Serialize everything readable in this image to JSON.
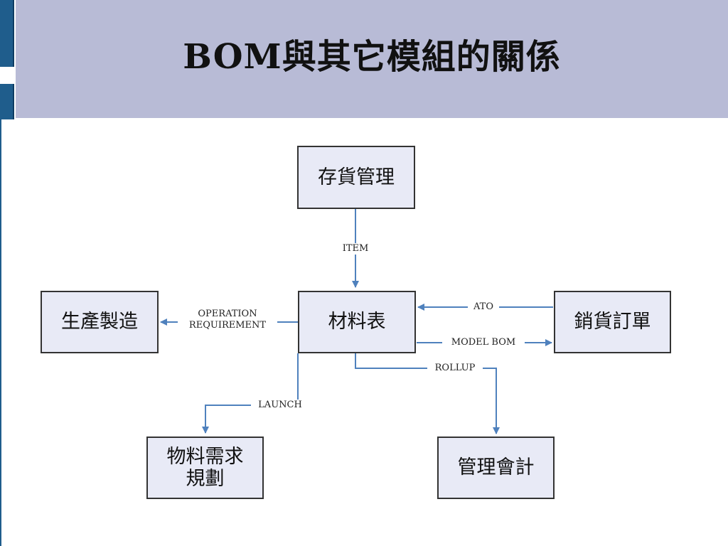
{
  "title": "BOM與其它模組的關係",
  "colors": {
    "header_band": "#b8bbd6",
    "accent_blue": "#1f5d8c",
    "node_fill": "#e8eaf6",
    "node_border": "#333333",
    "arrow": "#4f81bd"
  },
  "nodes": {
    "inventory": "存貨管理",
    "bom": "材料表",
    "manufacturing": "生產製造",
    "sales_order": "銷貨訂單",
    "mrp_line1": "物料需求",
    "mrp_line2": "規劃",
    "cost_accounting": "管理會計"
  },
  "edges": {
    "item": "ITEM",
    "operation_line1": "OPERATION",
    "operation_line2": "REQUIREMENT",
    "ato": "ATO",
    "model_bom": "MODEL BOM",
    "rollup": "ROLLUP",
    "launch": "LAUNCH"
  }
}
